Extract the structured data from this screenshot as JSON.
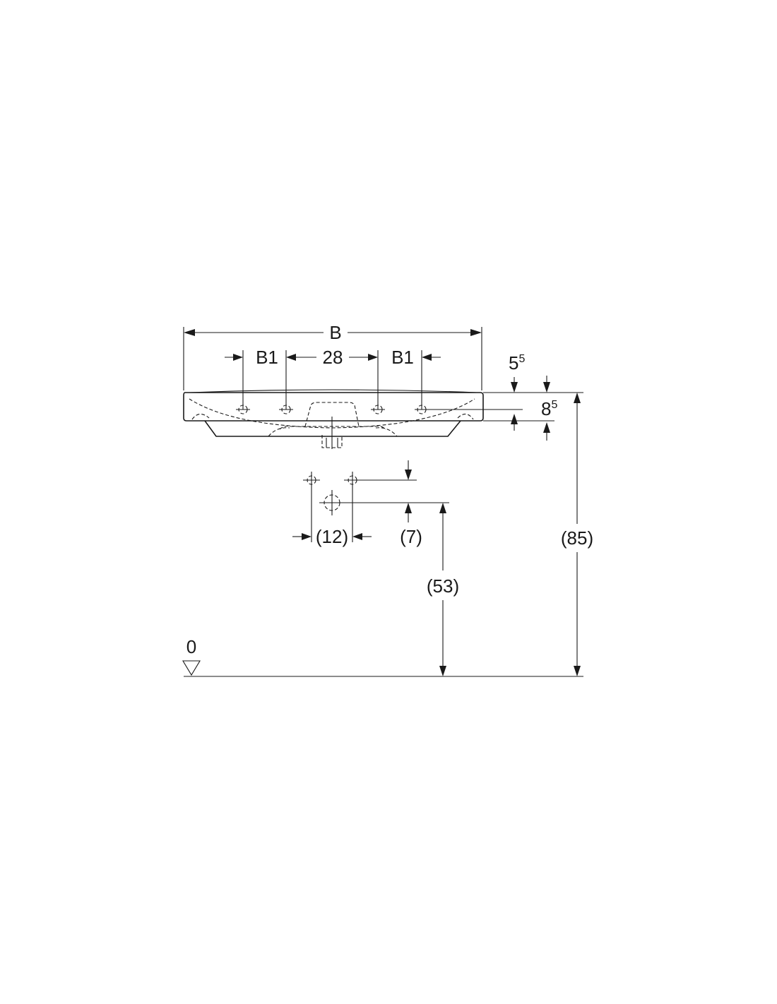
{
  "labels": {
    "width": "B",
    "b1_left": "B1",
    "spacing": "28",
    "b1_right": "B1",
    "top_rim": "5",
    "top_rim_sup": "5",
    "hole_offset": "8",
    "hole_offset_sup": "5",
    "connection_spacing": "(12)",
    "connection_height": "(7)",
    "drain_height": "(53)",
    "rim_height": "(85)",
    "floor_level": "0"
  },
  "colors": {
    "ink": "#1a1a1a",
    "background": "#ffffff"
  }
}
